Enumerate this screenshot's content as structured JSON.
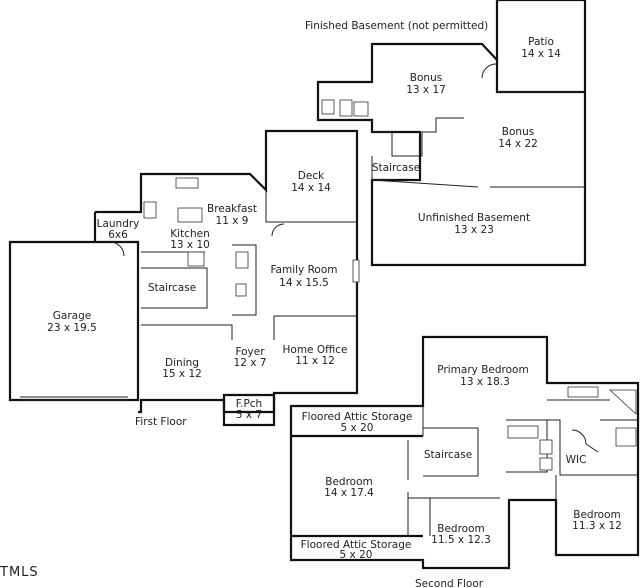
{
  "captions": {
    "basement": "Finished Basement (not permitted)",
    "first": "First Floor",
    "second": "Second Floor",
    "watermark": "TMLS"
  },
  "rooms": {
    "patio": [
      "Patio",
      "14 x 14"
    ],
    "bonus1": [
      "Bonus",
      "13 x 17"
    ],
    "bonus2": [
      "Bonus",
      "14 x 22"
    ],
    "base_stair": [
      "Staircase"
    ],
    "unfinished": [
      "Unfinished Basement",
      "13 x 23"
    ],
    "deck": [
      "Deck",
      "14 x 14"
    ],
    "breakfast": [
      "Breakfast",
      "11 x 9"
    ],
    "kitchen": [
      "Kitchen",
      "13 x 10"
    ],
    "laundry": [
      "Laundry",
      "6x6"
    ],
    "first_stair": [
      "Staircase"
    ],
    "family": [
      "Family Room",
      "14 x 15.5"
    ],
    "garage": [
      "Garage",
      "23 x 19.5"
    ],
    "office": [
      "Home Office",
      "11 x 12"
    ],
    "foyer": [
      "Foyer",
      "12 x 7"
    ],
    "dining": [
      "Dining",
      "15 x 12"
    ],
    "porch": [
      "F.Pch",
      "5 x 7"
    ],
    "primary": [
      "Primary Bedroom",
      "13 x 18.3"
    ],
    "attic_top": [
      "Floored Attic Storage",
      "5 x 20"
    ],
    "second_stair": [
      "Staircase"
    ],
    "wic": [
      "WIC"
    ],
    "bed1": [
      "Bedroom",
      "14 x 17.4"
    ],
    "bed2": [
      "Bedroom",
      "11.3 x 12"
    ],
    "bed3": [
      "Bedroom",
      "11.5 x 12.3"
    ],
    "attic_bottom": [
      "Floored Attic Storage",
      "5 x 20"
    ]
  }
}
